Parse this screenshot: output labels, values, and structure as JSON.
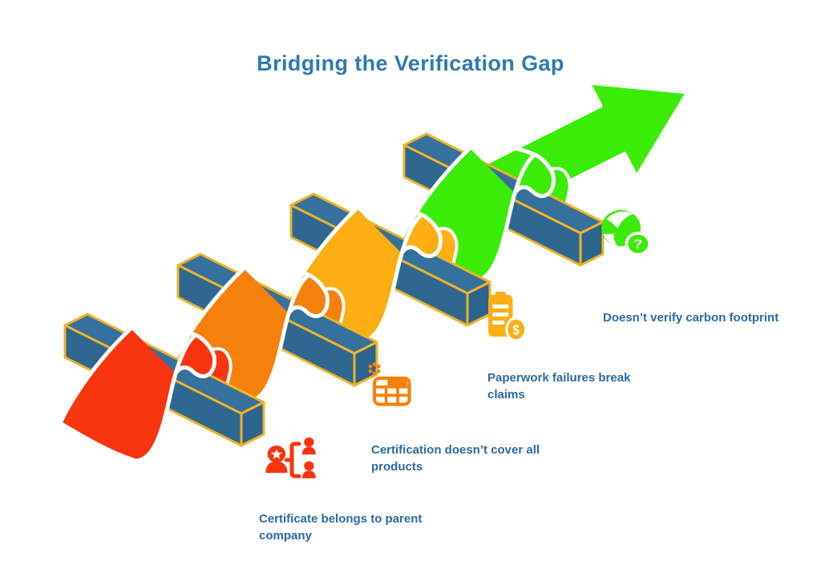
{
  "title": {
    "text": "Bridging the Verification Gap",
    "color": "#2e7ab1"
  },
  "label_color": "#2b6aa6",
  "bridge": {
    "beam_top": "#35719c",
    "beam_front": "#2e6890",
    "beam_end": "#2b648c",
    "beam_edge": "#efb327",
    "ribbon_outline": "#ffffff"
  },
  "steps": [
    {
      "label": "Certificate belongs to parent company",
      "color": "#f8350e",
      "icon": "parent-company-hierarchy"
    },
    {
      "label": "Certification doesn’t cover all products",
      "color": "#f5810c",
      "icon": "product-coverage-table"
    },
    {
      "label": "Paperwork failures break claims",
      "color": "#fcae13",
      "icon": "paperwork-claims-clipboard"
    },
    {
      "label": "Doesn’t verify carbon footprint",
      "color": "#3cec09",
      "icon": "carbon-footprint-globe"
    }
  ]
}
